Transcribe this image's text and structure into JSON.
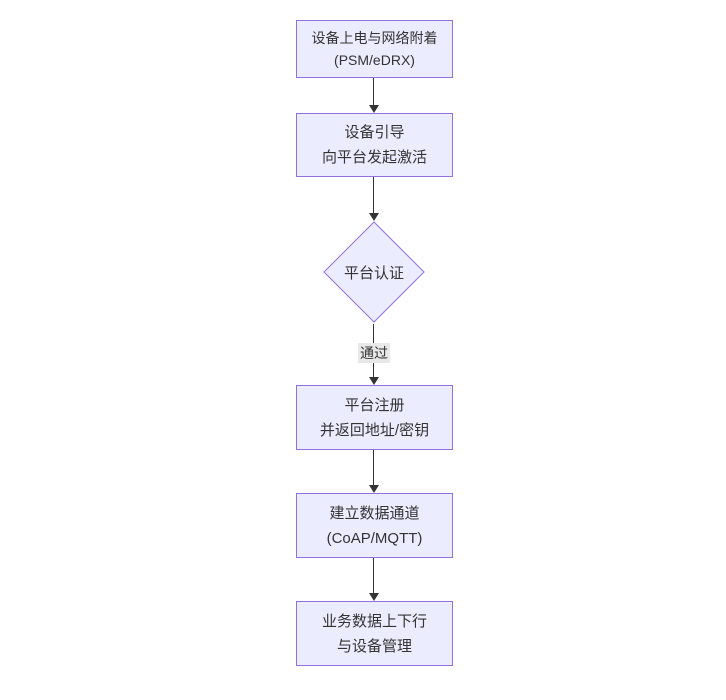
{
  "diagram": {
    "type": "flowchart-vertical",
    "nodes": [
      {
        "id": "power-attach",
        "lines": [
          "设备上电与网络附着",
          "(PSM/eDRX)"
        ]
      },
      {
        "id": "bootstrap",
        "lines": [
          "设备引导",
          "向平台发起激活"
        ]
      },
      {
        "id": "register",
        "lines": [
          "平台注册",
          "并返回地址/密钥"
        ]
      },
      {
        "id": "data-channel",
        "lines": [
          "建立数据通道",
          "(CoAP/MQTT)"
        ]
      },
      {
        "id": "business",
        "lines": [
          "业务数据上下行",
          "与设备管理"
        ]
      }
    ],
    "decision": {
      "id": "platform-auth",
      "label": "平台认证"
    },
    "edge_labels": {
      "pass": "通过"
    },
    "edges": [
      "power-attach -> bootstrap",
      "bootstrap -> platform-auth",
      "platform-auth -> register (通过)",
      "register -> data-channel",
      "data-channel -> business"
    ],
    "colors": {
      "background": "#ffffff",
      "node_fill": "#ECECFF",
      "node_border": "#9370DB",
      "text": "#333333",
      "arrow": "#333333",
      "edge_label_bg": "#e8e8e8"
    }
  }
}
